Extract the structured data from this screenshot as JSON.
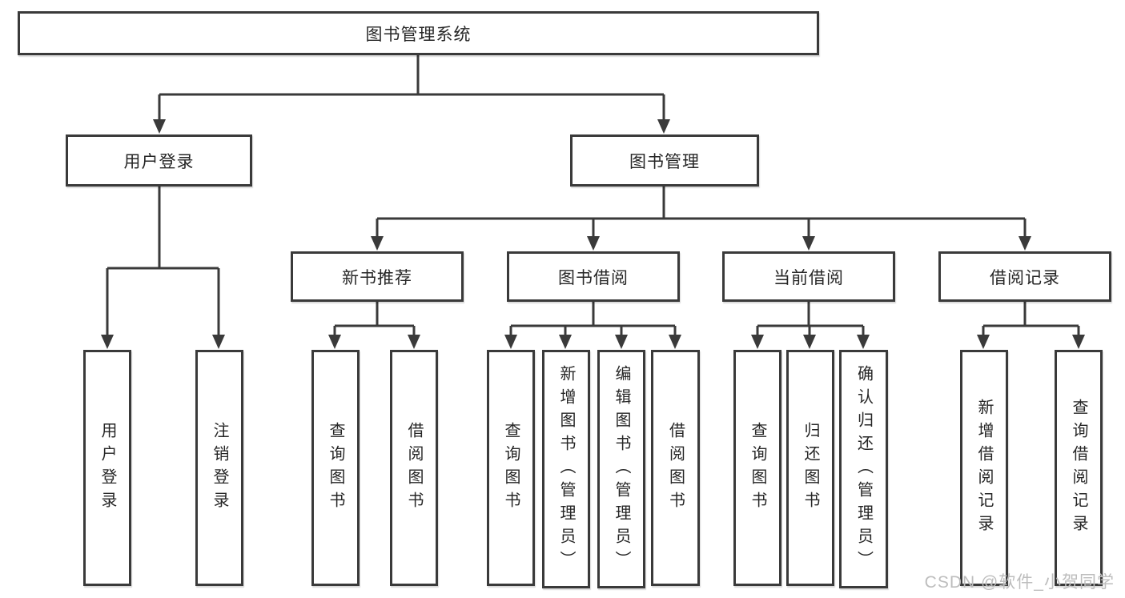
{
  "diagram": {
    "type": "hierarchy-tree",
    "title": "图书管理系统",
    "tree": {
      "root": {
        "label": "图书管理系统",
        "children": [
          {
            "label": "用户登录",
            "children": [
              {
                "label": "用户登录"
              },
              {
                "label": "注销登录"
              }
            ]
          },
          {
            "label": "图书管理",
            "children": [
              {
                "label": "新书推荐",
                "children": [
                  {
                    "label": "查询图书"
                  },
                  {
                    "label": "借阅图书"
                  }
                ]
              },
              {
                "label": "图书借阅",
                "children": [
                  {
                    "label": "查询图书"
                  },
                  {
                    "label": "新增图书（管理员）"
                  },
                  {
                    "label": "编辑图书（管理员）"
                  },
                  {
                    "label": "借阅图书"
                  }
                ]
              },
              {
                "label": "当前借阅",
                "children": [
                  {
                    "label": "查询图书"
                  },
                  {
                    "label": "归还图书"
                  },
                  {
                    "label": "确认归还（管理员）"
                  }
                ]
              },
              {
                "label": "借阅记录",
                "children": [
                  {
                    "label": "新增借阅记录"
                  },
                  {
                    "label": "查询借阅记录"
                  }
                ]
              }
            ]
          }
        ]
      }
    },
    "colors": {
      "line": "#3a3a3a",
      "box_border": "#3a3a3a",
      "box_fill": "#ffffff",
      "text": "#262626",
      "background": "#ffffff",
      "watermark": "#bdbdbd"
    }
  },
  "watermark": {
    "text": "CSDN @软件_小贺同学"
  }
}
